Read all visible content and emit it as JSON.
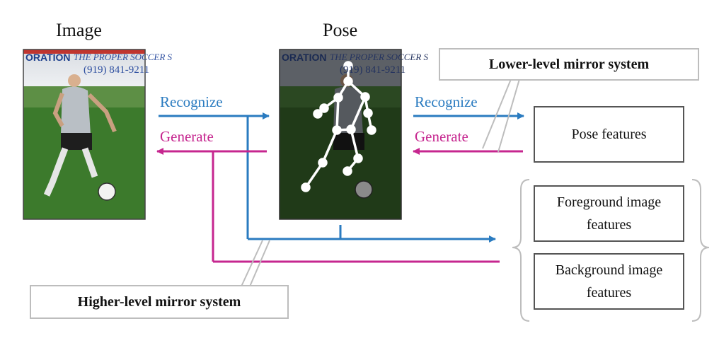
{
  "titles": {
    "image": "Image",
    "pose": "Pose"
  },
  "arrows": {
    "recognize_1": "Recognize",
    "generate_1": "Generate",
    "recognize_2": "Recognize",
    "generate_2": "Generate"
  },
  "boxes": {
    "pose_features": "Pose features",
    "foreground_line1": "Foreground image",
    "foreground_line2": "features",
    "background_line1": "Background image",
    "background_line2": "features"
  },
  "mirrors": {
    "lower": "Lower-level mirror system",
    "higher": "Higher-level mirror system"
  },
  "photo_text": {
    "banner_left": "ORATION",
    "banner_slogan": "THE PROPER SOCCER S",
    "banner_phone": "(919) 841-9211"
  },
  "colors": {
    "recognize": "#2a7bc0",
    "generate": "#c6268f",
    "bracket": "#bdbdbd",
    "box_border": "#555555"
  },
  "icons": [
    "photo-soccer-player",
    "pose-skeleton"
  ]
}
